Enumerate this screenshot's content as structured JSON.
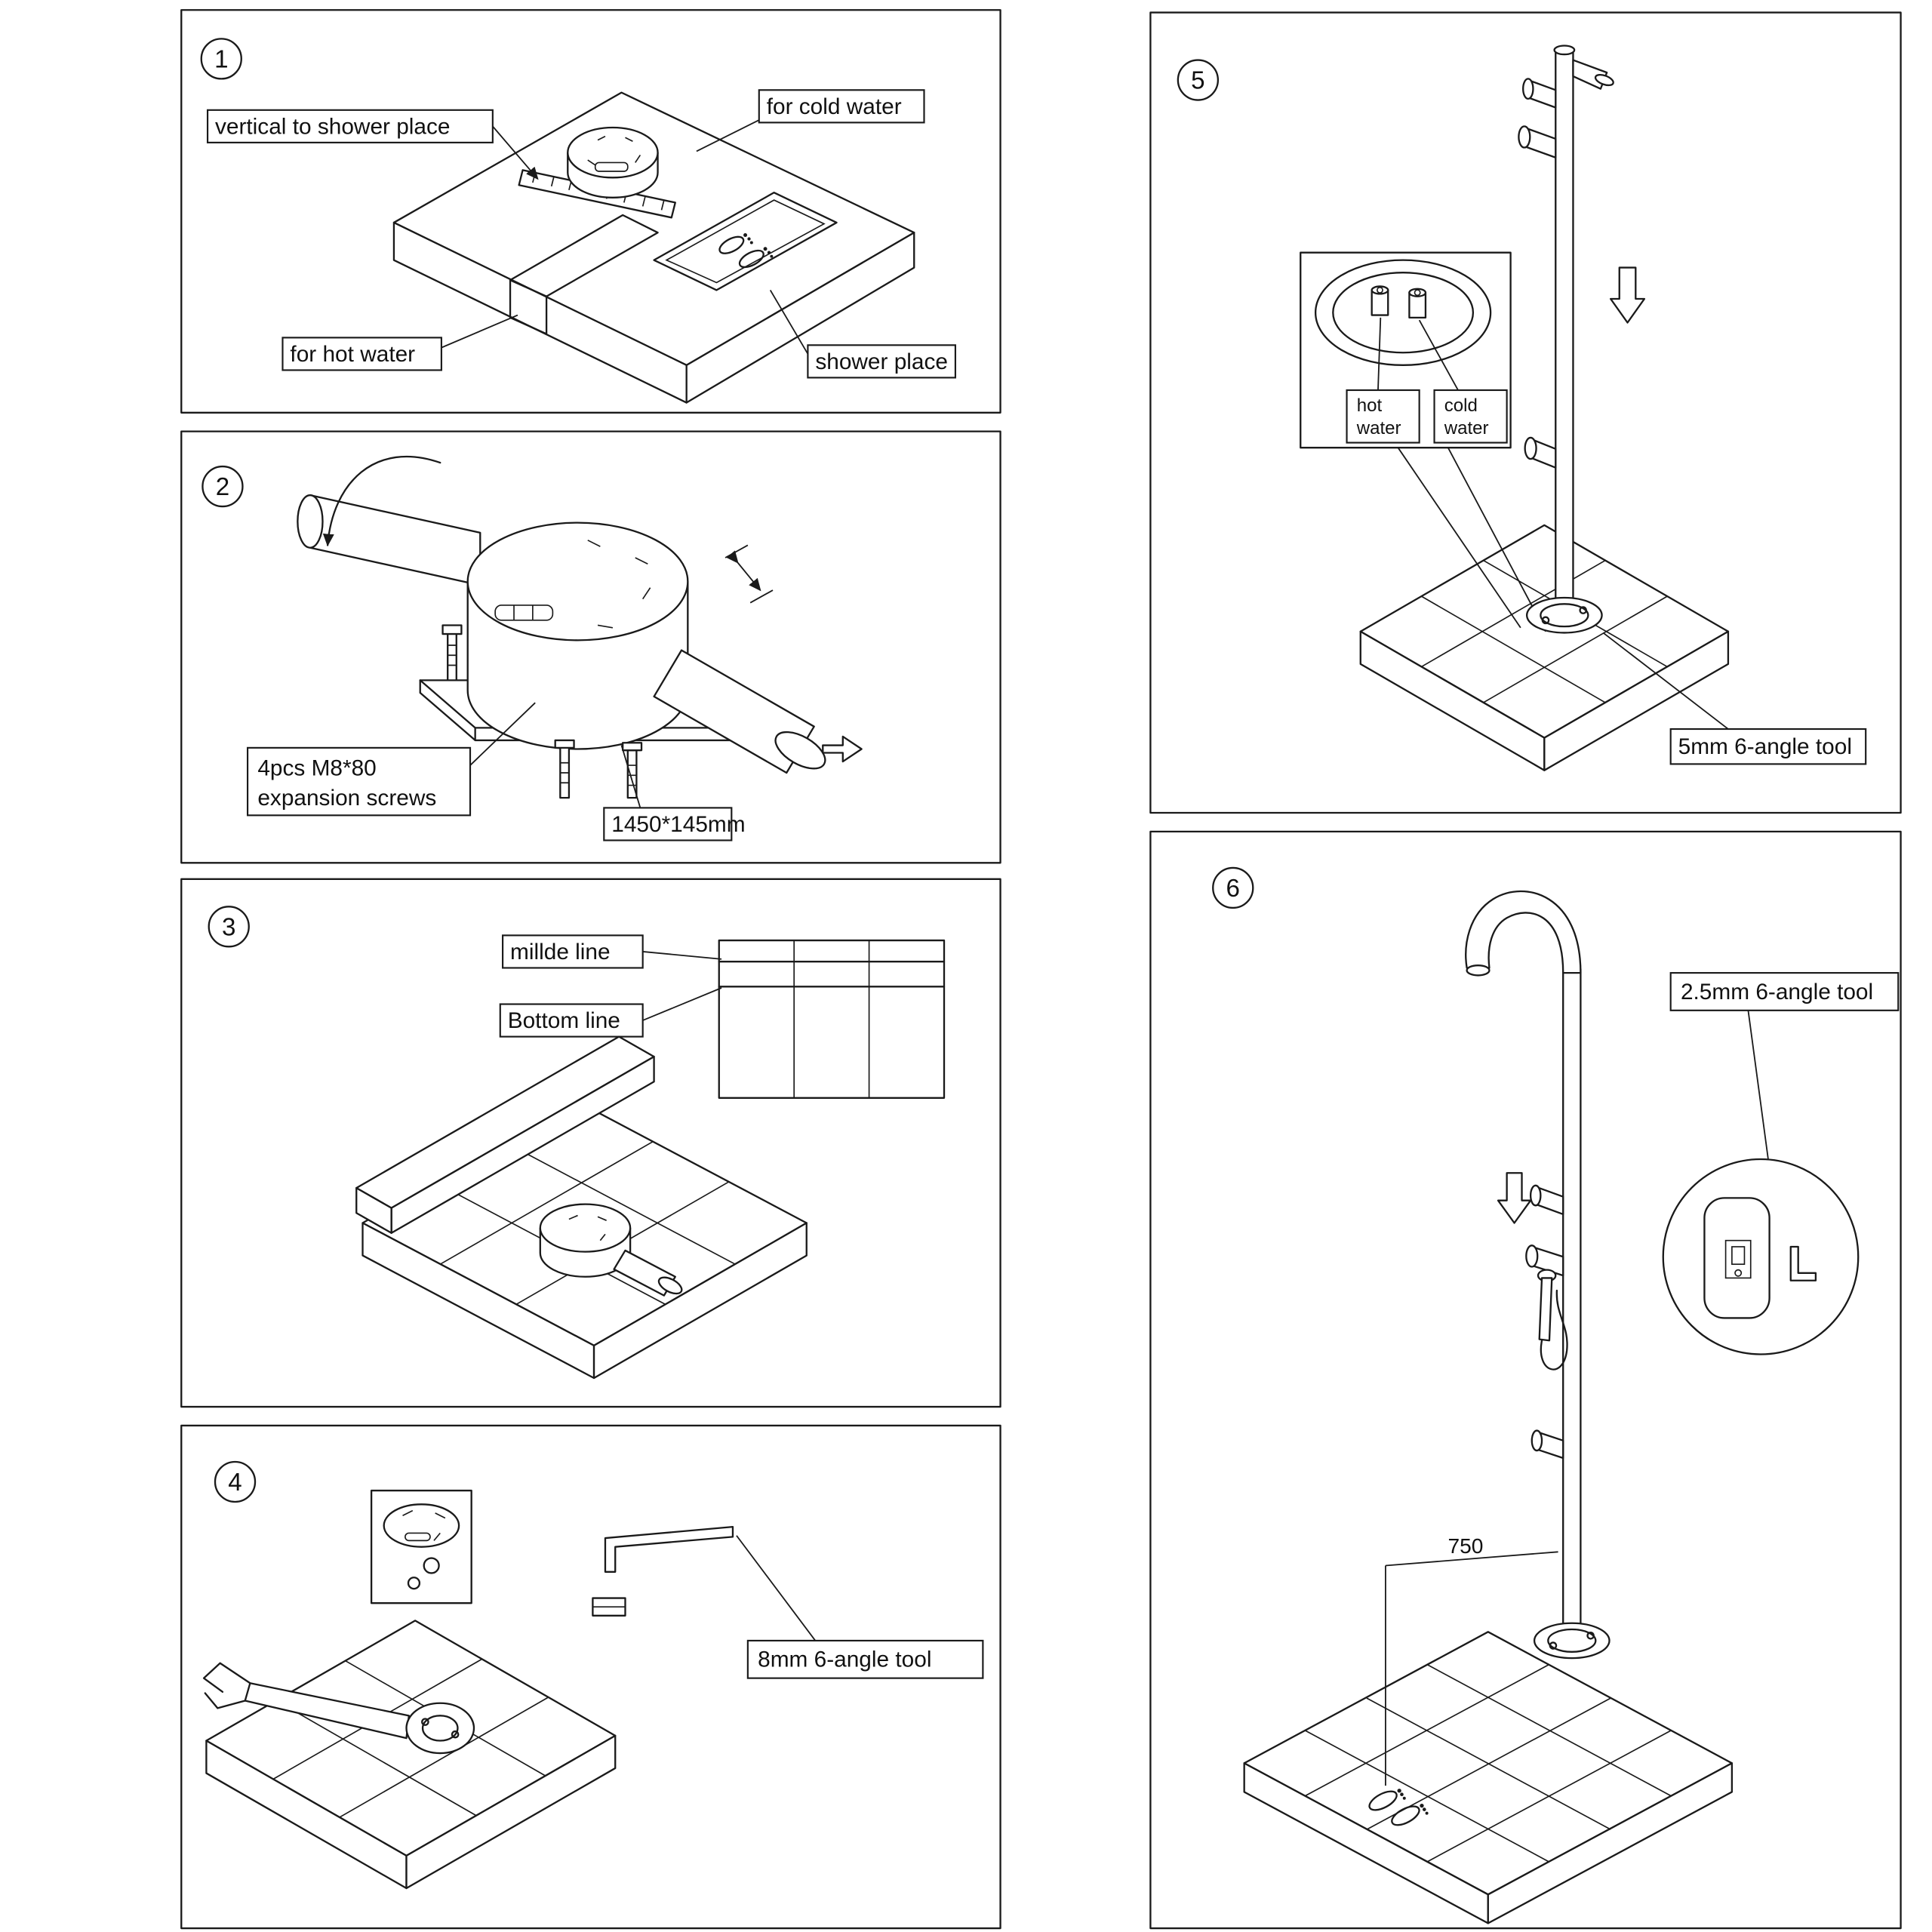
{
  "panels": {
    "p1": {
      "number": "1",
      "label_vertical": "vertical to shower place",
      "label_cold": "for cold water",
      "label_hot": "for hot water",
      "label_shower_place": "shower place"
    },
    "p2": {
      "number": "2",
      "label_screws_1": "4pcs M8*80",
      "label_screws_2": "expansion screws",
      "label_dim": "1450*145mm"
    },
    "p3": {
      "number": "3",
      "label_middle": "millde line",
      "label_bottom": "Bottom line"
    },
    "p4": {
      "number": "4",
      "label_tool": "8mm 6-angle tool"
    },
    "p5": {
      "number": "5",
      "label_hot_1": "hot",
      "label_hot_2": "water",
      "label_cold_1": "cold",
      "label_cold_2": "water",
      "label_tool": "5mm 6-angle tool"
    },
    "p6": {
      "number": "6",
      "label_tool": "2.5mm 6-angle tool",
      "label_dim": "750"
    }
  }
}
